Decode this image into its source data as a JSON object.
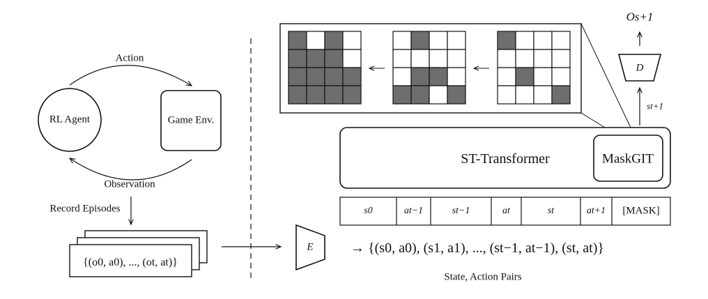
{
  "left_loop": {
    "agent_label": "RL Agent",
    "env_label": "Game Env.",
    "action_label": "Action",
    "observation_label": "Observation",
    "record_label": "Record Episodes",
    "episodes_label": "{(o0, a0), ..., (ot, at)}"
  },
  "encoder": {
    "label": "E"
  },
  "pairs": {
    "expression": "→ {(s0, a0), (s1, a1), ..., (st−1, at−1), (st, at)}",
    "caption": "State, Action Pairs"
  },
  "transformer": {
    "label": "ST-Transformer",
    "inner_label": "MaskGIT"
  },
  "sequence": {
    "tokens": [
      "s0",
      "at−1",
      "st−1",
      "at",
      "st",
      "at+1",
      "[MASK]"
    ]
  },
  "decoder": {
    "label": "D",
    "input_label": "st+1",
    "output_label": "Os+1"
  },
  "grids": [
    {
      "name": "grid-predicted",
      "cells": [
        1,
        0,
        1,
        0,
        1,
        1,
        1,
        0,
        1,
        1,
        1,
        1,
        1,
        1,
        1,
        1
      ]
    },
    {
      "name": "grid-middle",
      "cells": [
        0,
        1,
        0,
        0,
        0,
        0,
        0,
        0,
        0,
        1,
        1,
        0,
        1,
        1,
        0,
        1
      ]
    },
    {
      "name": "grid-input",
      "cells": [
        1,
        0,
        0,
        0,
        0,
        0,
        0,
        0,
        0,
        1,
        0,
        0,
        0,
        0,
        0,
        1
      ]
    }
  ],
  "colors": {
    "filled": "#6e6e6e",
    "empty": "#ffffff",
    "stroke": "#111111"
  }
}
